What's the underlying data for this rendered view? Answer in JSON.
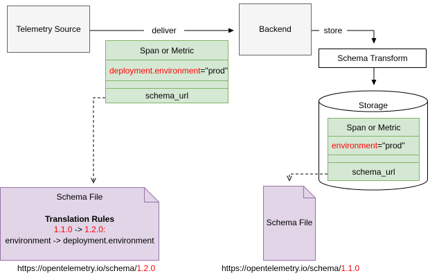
{
  "nodes": {
    "telemetry_source": {
      "label": "Telemetry Source"
    },
    "backend": {
      "label": "Backend"
    },
    "schema_transform": {
      "label": "Schema Transform"
    },
    "storage": {
      "label": "Storage"
    }
  },
  "edges": {
    "deliver": {
      "label": "deliver"
    },
    "store": {
      "label": "store"
    }
  },
  "top_span_table": {
    "title": "Span or Metric",
    "attribute_key": "deployment.environment",
    "attribute_value": "=\"prod\"",
    "schema_url_label": "schema_url"
  },
  "storage_span_table": {
    "title": "Span or Metric",
    "attribute_key": "environment",
    "attribute_value": "=\"prod\"",
    "schema_url_label": "schema_url"
  },
  "left_schema_file": {
    "title": "Schema File",
    "rules_heading": "Translation Rules",
    "rule_version_from": "1.1.0",
    "rule_separator": " -> ",
    "rule_version_to": "1.2.0:",
    "rule_mapping": "environment -> deployment.environment"
  },
  "right_schema_file": {
    "title": "Schema File"
  },
  "urls": {
    "left": {
      "prefix": "https://opentelemetry.io/schema/",
      "version": "1.2.0"
    },
    "right": {
      "prefix": "https://opentelemetry.io/schema/",
      "version": "1.1.0"
    }
  },
  "colors": {
    "node_fill": "#f5f5f5",
    "node_border": "#666666",
    "table_fill": "#d5e8d4",
    "table_border": "#82b366",
    "file_fill": "#e1d5e7",
    "file_border": "#9673a6",
    "highlight": "#ff0000"
  }
}
